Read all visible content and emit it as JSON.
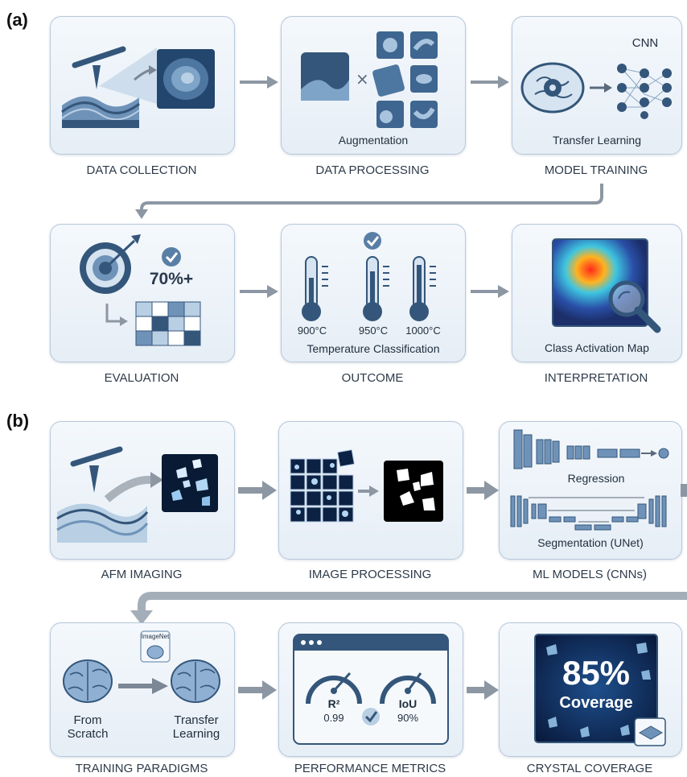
{
  "panel_a": {
    "label": "(a)",
    "stages": [
      {
        "caption": "DATA COLLECTION"
      },
      {
        "caption": "DATA PROCESSING",
        "inner": "Augmentation"
      },
      {
        "caption": "MODEL TRAINING",
        "inner_top": "CNN",
        "inner": "Transfer Learning"
      },
      {
        "caption": "EVALUATION",
        "metric": "70%+"
      },
      {
        "caption": "OUTCOME",
        "temps": [
          "900°C",
          "950°C",
          "1000°C"
        ],
        "inner": "Temperature Classification"
      },
      {
        "caption": "INTERPRETATION",
        "inner": "Class Activation Map"
      }
    ]
  },
  "panel_b": {
    "label": "(b)",
    "stages": [
      {
        "caption": "AFM IMAGING"
      },
      {
        "caption": "IMAGE PROCESSING"
      },
      {
        "caption": "ML MODELS (CNNs)",
        "inner_top": "Regression",
        "inner": "Segmentation (UNet)"
      },
      {
        "caption": "TRAINING PARADIGMS",
        "badge": "ImageNet",
        "left_label": "From\nScratch",
        "right_label": "Transfer\nLearning"
      },
      {
        "caption": "PERFORMANCE METRICS",
        "gauges": [
          {
            "name": "R²",
            "value": "0.99"
          },
          {
            "name": "IoU",
            "value": "90%"
          }
        ]
      },
      {
        "caption": "CRYSTAL COVERAGE",
        "big_value": "85%",
        "big_label": "Coverage"
      }
    ]
  },
  "colors": {
    "box_border": "#b8c8da",
    "box_fill": "#eaf1f8",
    "arrow": "#8d97a3",
    "icon_dark": "#34567a",
    "icon_mid": "#6f93b8",
    "icon_light": "#b9cfe4"
  }
}
